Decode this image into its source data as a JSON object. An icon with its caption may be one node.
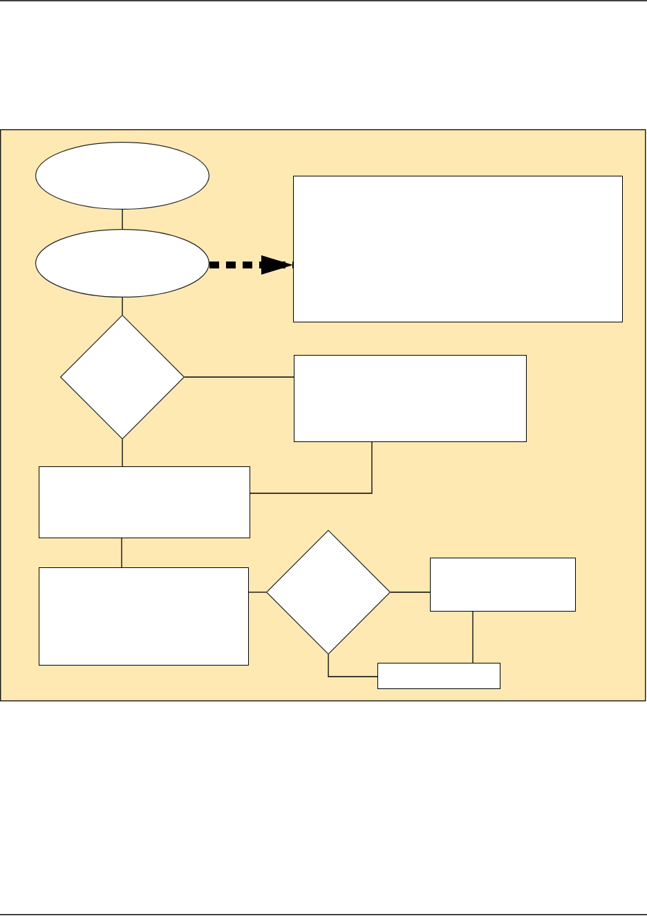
{
  "diagram": {
    "nodes": [
      {
        "text": [],
        "shape": "ellipse"
      },
      {
        "text": [],
        "shape": "ellipse"
      },
      {
        "text": [],
        "shape": "box"
      },
      {
        "text": [],
        "shape": "diamond"
      },
      {
        "text": [],
        "shape": "box"
      },
      {
        "text": [],
        "shape": "box"
      },
      {
        "text": [],
        "shape": "box"
      },
      {
        "text": [],
        "shape": "diamond"
      },
      {
        "text": [],
        "shape": "box"
      },
      {
        "text": [],
        "shape": "box"
      }
    ],
    "edges": [
      {
        "from": 0,
        "to": 1,
        "arrow": "none"
      },
      {
        "from": 1,
        "to": 2,
        "arrow": "to",
        "style": "dashed"
      },
      {
        "from": 1,
        "to": 3,
        "arrow": "none"
      },
      {
        "from": 3,
        "to": 4,
        "arrow": "none"
      },
      {
        "from": 3,
        "to": 5,
        "arrow": "none"
      },
      {
        "from": 4,
        "to": 5,
        "arrow": "none"
      },
      {
        "from": 5,
        "to": 6,
        "arrow": "none"
      },
      {
        "from": 6,
        "to": 7,
        "arrow": "none"
      },
      {
        "from": 7,
        "to": 8,
        "arrow": "none"
      },
      {
        "from": 8,
        "to": 9,
        "arrow": "none"
      },
      {
        "from": 7,
        "to": 9,
        "arrow": "none"
      }
    ]
  }
}
